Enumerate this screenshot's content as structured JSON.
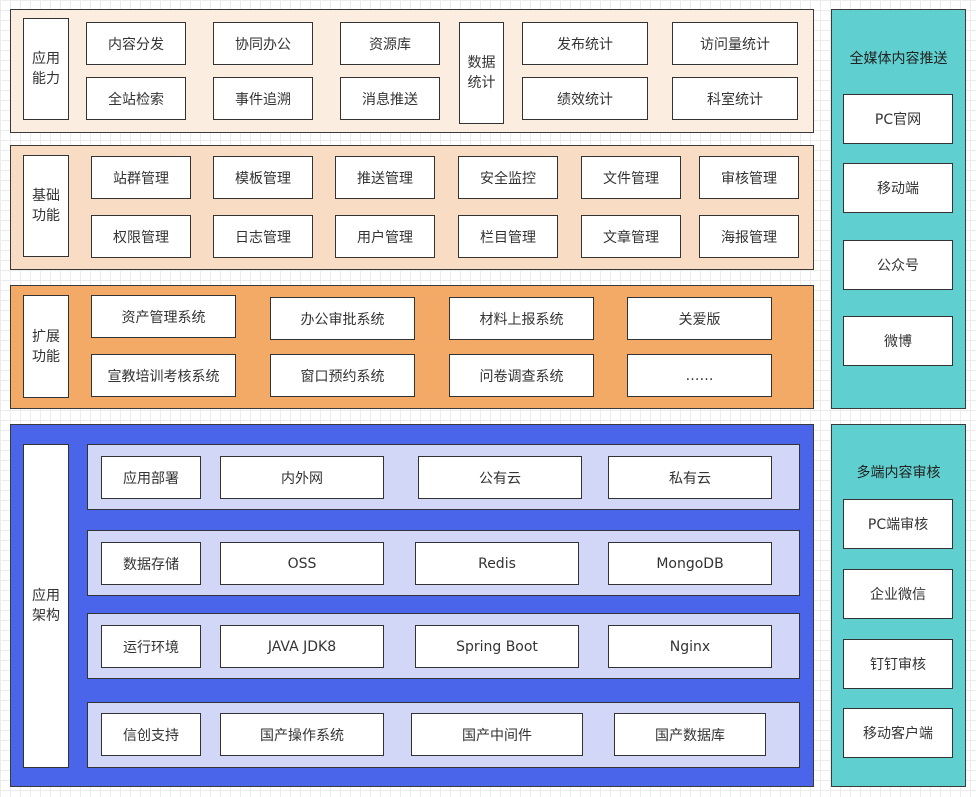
{
  "app": {
    "label": "应用能力",
    "items": [
      "内容分发",
      "协同办公",
      "资源库",
      "全站检索",
      "事件追溯",
      "消息推送"
    ],
    "stats_label": "数据统计",
    "stats_items": [
      "发布统计",
      "访问量统计",
      "绩效统计",
      "科室统计"
    ]
  },
  "basic": {
    "label": "基础功能",
    "items": [
      "站群管理",
      "模板管理",
      "推送管理",
      "安全监控",
      "文件管理",
      "审核管理",
      "权限管理",
      "日志管理",
      "用户管理",
      "栏目管理",
      "文章管理",
      "海报管理"
    ]
  },
  "ext": {
    "label": "扩展功能",
    "items": [
      "资产管理系统",
      "办公审批系统",
      "材料上报系统",
      "关爱版",
      "宣教培训考核系统",
      "窗口预约系统",
      "问卷调查系统",
      "……"
    ]
  },
  "arch": {
    "label": "应用架构",
    "rows": [
      {
        "label": "应用部署",
        "items": [
          "内外网",
          "公有云",
          "私有云"
        ]
      },
      {
        "label": "数据存储",
        "items": [
          "OSS",
          "Redis",
          "MongoDB"
        ]
      },
      {
        "label": "运行环境",
        "items": [
          "JAVA JDK8",
          "Spring Boot",
          "Nginx"
        ]
      },
      {
        "label": "信创支持",
        "items": [
          "国产操作系统",
          "国产中间件",
          "国产数据库"
        ]
      }
    ]
  },
  "push": {
    "title": "全媒体内容推送",
    "items": [
      "PC官网",
      "移动端",
      "公众号",
      "微博"
    ]
  },
  "review": {
    "title": "多端内容审核",
    "items": [
      "PC端审核",
      "企业微信",
      "钉钉审核",
      "移动客户端"
    ]
  },
  "colors": {
    "app_bg": "#fbeee1",
    "basic_bg": "#f9dcc4",
    "ext_bg": "#f2aa66",
    "arch_bg": "#4a64ea",
    "arch_row_bg": "#d2d6f7",
    "side_bg": "#5fcfcf"
  }
}
